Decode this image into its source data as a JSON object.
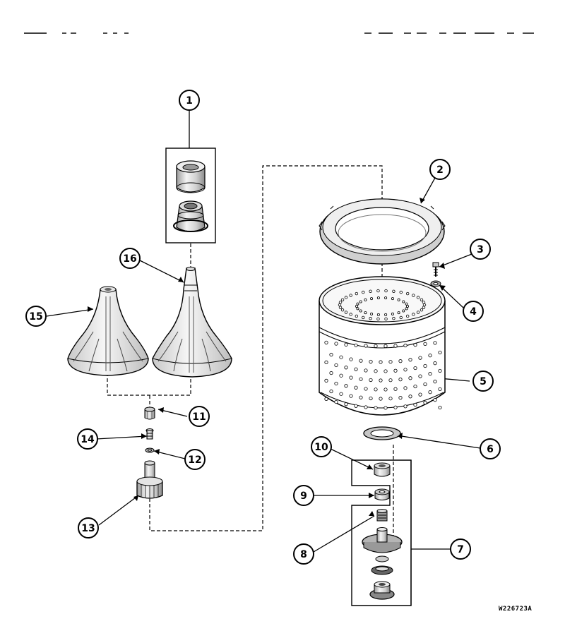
{
  "callouts": [
    {
      "num": "1"
    },
    {
      "num": "2"
    },
    {
      "num": "3"
    },
    {
      "num": "4"
    },
    {
      "num": "5"
    },
    {
      "num": "6"
    },
    {
      "num": "7"
    },
    {
      "num": "8"
    },
    {
      "num": "9"
    },
    {
      "num": "10"
    },
    {
      "num": "11"
    },
    {
      "num": "12"
    },
    {
      "num": "13"
    },
    {
      "num": "14"
    },
    {
      "num": "15"
    },
    {
      "num": "16"
    }
  ],
  "diagram_code": "W226723A",
  "colors": {
    "ink": "#000000",
    "paper": "#ffffff",
    "shade": "#d9d9d9",
    "mid": "#b8b8b8"
  }
}
